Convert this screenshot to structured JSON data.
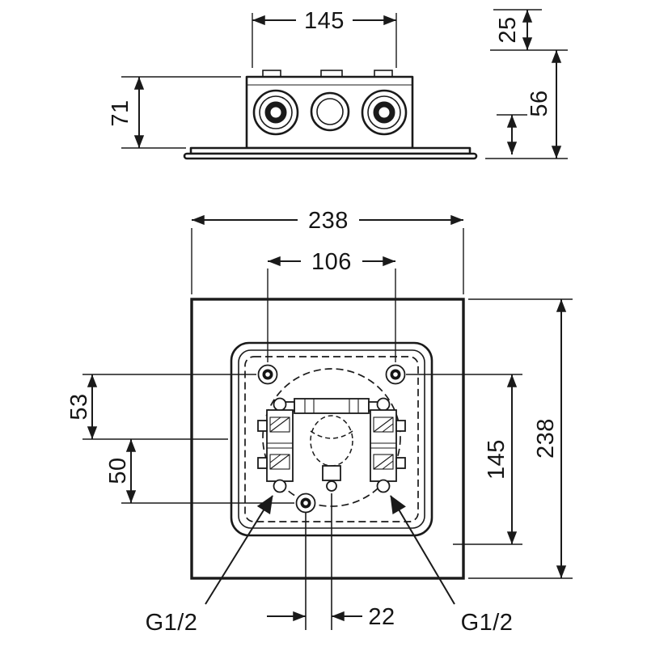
{
  "drawing_title": "installation-dimension-drawing",
  "colors": {
    "line": "#1a1a1a",
    "background": "#ffffff"
  },
  "dims": {
    "side": {
      "width": "145",
      "top_offset": "25",
      "height": "71",
      "depth": "56"
    },
    "front": {
      "width": "238",
      "height": "238",
      "screw_spacing": "106",
      "upper_offset": "53",
      "lower_offset": "50",
      "vertical_span": "145",
      "center_offset": "22",
      "connection_left": "G1/2",
      "connection_right": "G1/2"
    }
  }
}
